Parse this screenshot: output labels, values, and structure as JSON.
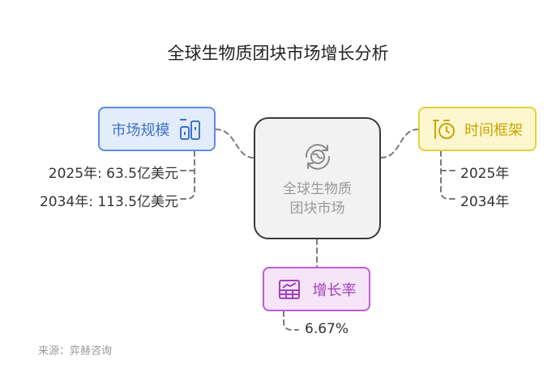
{
  "title": "全球生物质团块市场增长分析",
  "center": {
    "label": "全球生物质团块市场",
    "icon": "recycle-globe-icon"
  },
  "market_size": {
    "label": "市场规模",
    "icon": "bar-building-icon",
    "color": "#5b8ee0",
    "items": [
      "2025年: 63.5亿美元",
      "2034年: 113.5亿美元"
    ]
  },
  "time_frame": {
    "label": "时间框架",
    "icon": "stopwatch-icon",
    "color": "#e8cf3a",
    "items": [
      "2025年",
      "2034年"
    ]
  },
  "growth_rate": {
    "label": "增长率",
    "icon": "spreadsheet-chart-icon",
    "color": "#c05bd8",
    "items": [
      "6.67%"
    ]
  },
  "source": "来源：弈赫咨询"
}
